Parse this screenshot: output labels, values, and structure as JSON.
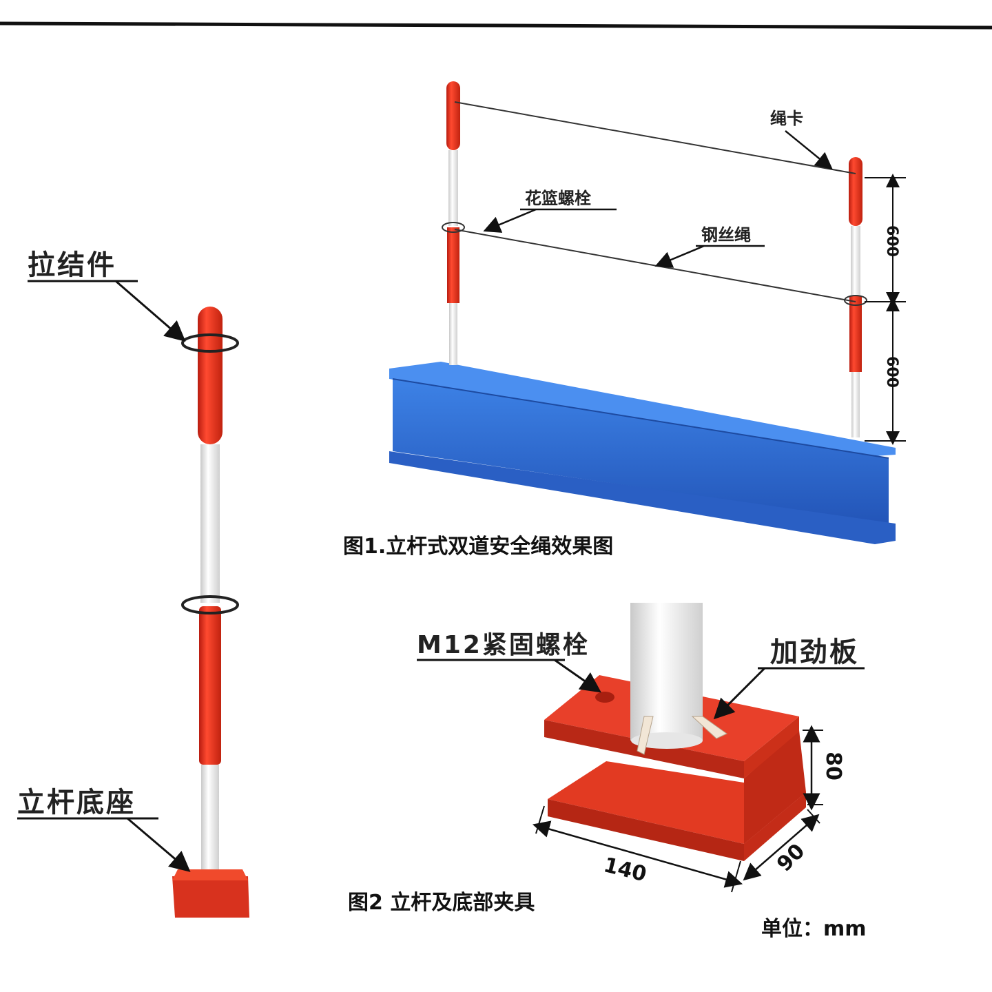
{
  "labels": {
    "tie_piece": "拉结件",
    "post_base": "立杆底座",
    "rope_clip": "绳卡",
    "turnbuckle": "花篮螺栓",
    "wire_rope": "钢丝绳",
    "bolt": "M12紧固螺栓",
    "stiffener": "加劲板"
  },
  "captions": {
    "fig1": "图1.立杆式双道安全绳效果图",
    "fig2": "图2 立杆及底部夹具",
    "unit": "单位：mm"
  },
  "dimensions": {
    "upper_spacing": "600",
    "lower_spacing": "600",
    "clamp_height": "80",
    "clamp_length": "140",
    "clamp_width": "90"
  },
  "colors": {
    "post_red": "#e8321e",
    "beam_blue": "#2f6fd6",
    "clamp_red": "#d8321e"
  }
}
